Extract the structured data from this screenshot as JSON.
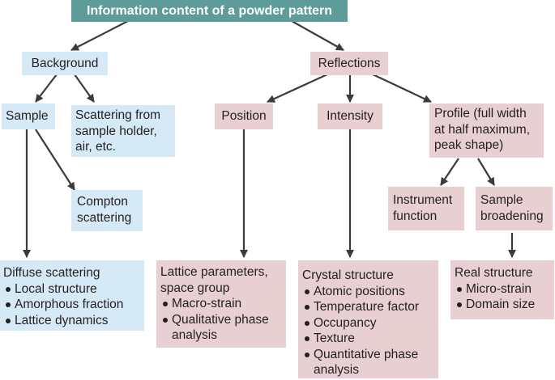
{
  "title": "Information content of a powder pattern",
  "background": "Background",
  "reflections": "Reflections",
  "sample": "Sample",
  "scattering_holder": [
    "Scattering from",
    "sample holder,",
    "air, etc."
  ],
  "compton": [
    "Compton",
    "scattering"
  ],
  "position": "Position",
  "intensity": "Intensity",
  "profile": [
    "Profile (full width",
    "at half maximum,",
    "peak shape)"
  ],
  "instrument": [
    "Instrument",
    "function"
  ],
  "sample_broadening": [
    "Sample",
    "broadening"
  ],
  "diffuse": {
    "title": "Diffuse scattering",
    "items": [
      "Local structure",
      "Amorphous fraction",
      "Lattice dynamics"
    ]
  },
  "lattice": {
    "title": [
      "Lattice parameters,",
      "space group"
    ],
    "items": [
      "Macro-strain",
      "Qualitative phase analysis"
    ]
  },
  "crystal": {
    "title": "Crystal structure",
    "items": [
      "Atomic positions",
      "Temperature factor",
      "Occupancy",
      "Texture",
      "Quantitative phase analysis"
    ]
  },
  "real": {
    "title": "Real structure",
    "items": [
      "Micro-strain",
      "Domain size"
    ]
  },
  "colors": {
    "title_box": "#5e9c9a",
    "background_branch": "#d6e9f7",
    "reflections_branch": "#e8cfd2",
    "arrow": "#3b3b3b"
  }
}
